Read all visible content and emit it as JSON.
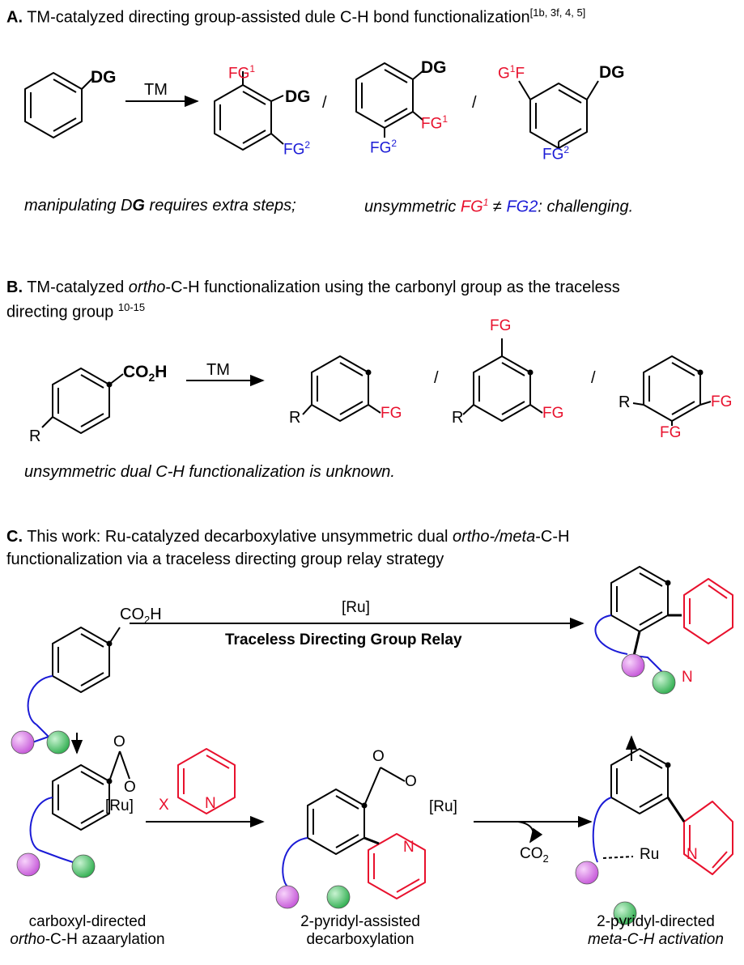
{
  "sectionA": {
    "letter": "A.",
    "title": "TM-catalyzed directing group-assisted dule C-H bond functionalization",
    "refs": "[1b, 3f, 4, 5]",
    "arrow_label": "TM",
    "dg": "DG",
    "fg1": "FG",
    "fg1_sup": "1",
    "fg2": "FG",
    "fg2_sup": "2",
    "g1f_a": "G",
    "g1f_sup": "1",
    "g1f_b": "F",
    "slash": "/",
    "note_left_a": "manipulating D",
    "note_left_b": "G",
    "note_left_c": " requires extra steps;",
    "note_right_a": "unsymmetric ",
    "note_right_fg1": "FG",
    "note_right_fg1_sup": "1",
    "note_right_neq": " ≠ ",
    "note_right_fg2": "FG2",
    "note_right_end": ": challenging."
  },
  "sectionB": {
    "letter": "B.",
    "title_a": "TM-catalyzed ",
    "title_ortho": "ortho",
    "title_b": "-C-H functionalization using the carbonyl group as the traceless",
    "title_line2": "directing group",
    "refs": "10-15",
    "reagent_co2h_a": "CO",
    "reagent_co2h_sub": "2",
    "reagent_co2h_b": "H",
    "r": "R",
    "arrow_label": "TM",
    "fg": "FG",
    "slash": "/",
    "note": "unsymmetric dual C-H functionalization is unknown."
  },
  "sectionC": {
    "letter": "C.",
    "title_a": "This work: Ru-catalyzed decarboxylative unsymmetric dual ",
    "title_ortho_meta": "ortho-/meta",
    "title_b": "-C-H",
    "title_line2": "functionalization via a traceless directing group relay strategy",
    "co2h_a": "CO",
    "co2h_sub": "2",
    "co2h_b": "H",
    "ru_bracket": "[Ru]",
    "relay_label": "Traceless Directing Group Relay",
    "o": "O",
    "x": "X",
    "n": "N",
    "ru": "Ru",
    "co2_a": "CO",
    "co2_sub": "2",
    "cap1_line1": "carboxyl-directed",
    "cap1_ortho": "ortho",
    "cap1_line2": "-C-H azaarylation",
    "cap2_line1": "2-pyridyl-assisted",
    "cap2_line2": "decarboxylation",
    "cap3_line1": "2-pyridyl-directed",
    "cap3_line2": "meta-C-H activation"
  },
  "colors": {
    "red": "#e8112d",
    "blue": "#1b1bd6",
    "magenta_ball": "#d66ee8",
    "green_ball": "#3fbf5f"
  }
}
